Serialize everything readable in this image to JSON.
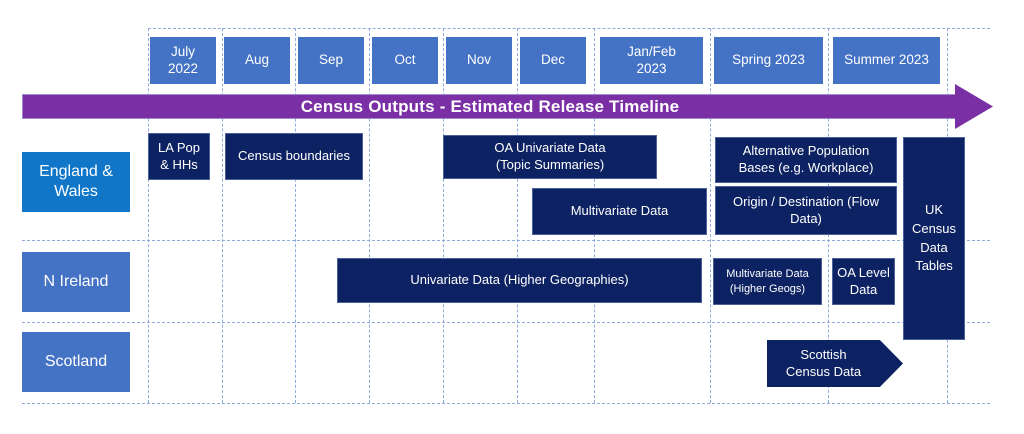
{
  "banner": {
    "label": "Census Outputs - Estimated Release Timeline"
  },
  "months": [
    "July\n2022",
    "Aug",
    "Sep",
    "Oct",
    "Nov",
    "Dec",
    "Jan/Feb\n2023",
    "Spring 2023",
    "Summer 2023"
  ],
  "rows": {
    "england_wales": {
      "label": "England &\nWales",
      "bars": {
        "la_pop": {
          "label": "LA Pop\n& HHs",
          "span": "July 2022"
        },
        "census_boundaries": {
          "label": "Census boundaries",
          "span": "Aug - Sep 2022"
        },
        "oa_univariate": {
          "label": "OA Univariate Data\n(Topic Summaries)",
          "span": "Nov 2022 - Jan/Feb 2023"
        },
        "multivariate": {
          "label": "Multivariate Data",
          "span": "Dec 2022 - Jan/Feb 2023"
        },
        "alt_population": {
          "label": "Alternative Population\nBases (e.g. Workplace)",
          "span": "Spring - Summer 2023"
        },
        "origin_destination": {
          "label": "Origin / Destination (Flow\nData)",
          "span": "Spring - Summer 2023"
        }
      }
    },
    "n_ireland": {
      "label": "N Ireland",
      "bars": {
        "univariate_higher": {
          "label": "Univariate Data (Higher Geographies)",
          "span": "Sep 2022 - Jan/Feb 2023"
        },
        "multivariate_higher": {
          "label": "Multivariate Data\n(Higher Geogs)",
          "span": "Spring 2023"
        },
        "oa_level": {
          "label": "OA Level\nData",
          "span": "Summer 2023"
        }
      }
    },
    "scotland": {
      "label": "Scotland",
      "bars": {
        "scottish_census": {
          "label": "Scottish\nCensus Data",
          "span": "Spring - Summer 2023"
        }
      }
    }
  },
  "uk_tables": {
    "label": "UK\nCensus\nData\nTables",
    "span": "Summer 2023"
  },
  "colors": {
    "month_blue": "#4472c4",
    "row_label_blue": "#4472c4",
    "england_wales_blue": "#1176c8",
    "bar_navy": "#0d2262",
    "banner_purple": "#7b2fa4",
    "gridline_blue": "#8faadc",
    "text_white": "#ffffff",
    "background": "#ffffff"
  }
}
